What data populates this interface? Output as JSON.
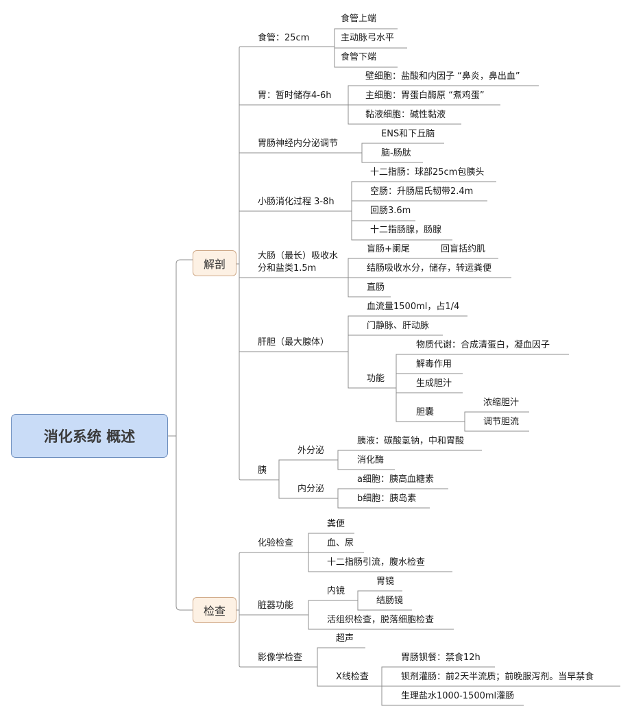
{
  "root": "消化系统 概述",
  "anatomy": {
    "label": "解剖",
    "esophagus": {
      "label": "食管：25cm",
      "items": [
        "食管上端",
        "主动脉弓水平",
        "食管下端"
      ]
    },
    "stomach": {
      "label": "胃：暂时储存4-6h",
      "items": [
        "壁细胞：盐酸和内因子 “鼻炎，鼻出血”",
        "主细胞：胃蛋白酶原 “煮鸡蛋”",
        "黏液细胞：碱性黏液"
      ]
    },
    "neuro": {
      "label": "胃肠神经内分泌调节",
      "items": [
        "ENS和下丘脑",
        "脑-肠肽"
      ]
    },
    "small_intestine": {
      "label": "小肠消化过程  3-8h",
      "items": [
        "十二指肠：球部25cm包胰头",
        "空肠：升肠屈氏韧带2.4m",
        "回肠3.6m",
        "十二指肠腺，肠腺"
      ]
    },
    "large_intestine": {
      "label": "大肠（最长）吸收水  分和盐类1.5m",
      "items": [
        "盲肠+阑尾",
        "回盲括约肌",
        "结肠吸收水分，储存，转运粪便",
        "直肠"
      ]
    },
    "liver": {
      "label": "肝胆（最大腺体）",
      "items": [
        "血流量1500ml，占1/4",
        "门静脉、肝动脉"
      ],
      "function": {
        "label": "功能",
        "items": [
          "物质代谢：合成清蛋白，凝血因子",
          "解毒作用",
          "生成胆汁"
        ],
        "gallbladder": {
          "label": "胆囊",
          "items": [
            "浓缩胆汁",
            "调节胆流"
          ]
        }
      }
    },
    "pancreas": {
      "label": "胰",
      "exocrine": {
        "label": "外分泌",
        "items": [
          "胰液：碳酸氢钠，中和胃酸",
          "消化酶"
        ]
      },
      "endocrine": {
        "label": "内分泌",
        "items": [
          "a细胞：胰高血糖素",
          "b细胞：胰岛素"
        ]
      }
    }
  },
  "exam": {
    "label": "检查",
    "lab": {
      "label": "化验检查",
      "items": [
        "粪便",
        "血、尿",
        "十二指肠引流，腹水检查"
      ]
    },
    "organ": {
      "label": "脏器功能",
      "endoscopy": {
        "label": "内镜",
        "items": [
          "胃镜",
          "结肠镜"
        ]
      },
      "biopsy": "活组织检查，脱落细胞检查"
    },
    "imaging": {
      "label": "影像学检查",
      "ultrasound": "超声",
      "xray": {
        "label": "X线检查",
        "items": [
          "胃肠钡餐：禁食12h",
          "钡剂灌肠：前2天半流质；前晚服泻剂。当早禁食",
          "生理盐水1000-1500ml灌肠"
        ]
      }
    }
  }
}
